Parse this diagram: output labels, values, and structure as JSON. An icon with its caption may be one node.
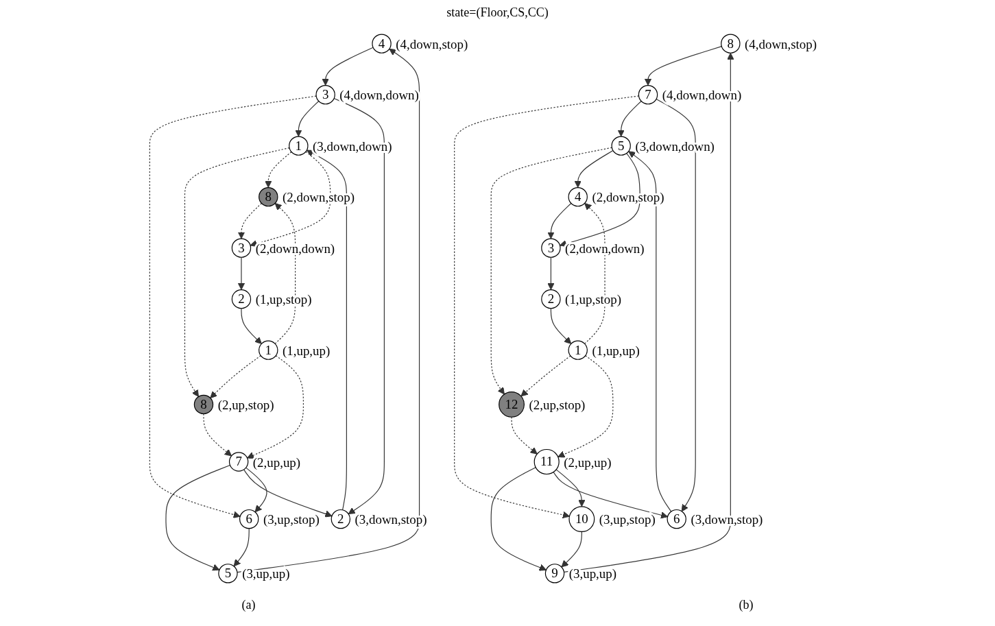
{
  "diagram": {
    "nodes": [
      {
        "text": [
          "4"
        ],
        "beside": [
          "(4,down,stop)"
        ]
      },
      {
        "text": [
          "5"
        ],
        "beside": [
          "(3,up,up)"
        ]
      },
      {
        "text": [
          "3"
        ],
        "beside": [
          "(4,down,down)"
        ]
      },
      {
        "text": [
          "6"
        ],
        "beside": [
          "(3,up,stop)"
        ]
      },
      {
        "text": [
          "2"
        ],
        "beside": [
          "(3,down,stop)"
        ]
      },
      {
        "text": [
          "7"
        ],
        "beside": [
          "(2,up,up)"
        ]
      },
      {
        "text": [
          "1"
        ],
        "beside": [
          "(3,down,down)"
        ]
      },
      {
        "text": [
          "8"
        ],
        "beside": [
          "(2,up,stop)"
        ]
      },
      {
        "text": [
          "8"
        ],
        "beside": [
          "(2,down,stop)"
        ]
      },
      {
        "text": [
          "1"
        ],
        "beside": [
          "(1,up,up)"
        ]
      },
      {
        "text": [
          "3"
        ],
        "beside": [
          "(2,down,down)"
        ]
      },
      {
        "text": [
          "2"
        ],
        "beside": [
          "(1,up,stop)"
        ]
      },
      {
        "text": [
          "8"
        ],
        "beside": [
          "(4,down,stop)"
        ]
      },
      {
        "text": [
          "9"
        ],
        "beside": [
          "(3,up,up)"
        ]
      },
      {
        "text": [
          "7"
        ],
        "beside": [
          "(4,down,down)"
        ]
      },
      {
        "text": [
          "10"
        ],
        "beside": [
          "(3,up,stop)"
        ]
      },
      {
        "text": [
          "6"
        ],
        "beside": [
          "(3,down,stop)"
        ]
      },
      {
        "text": [
          "11"
        ],
        "beside": [
          "(2,up,up)"
        ]
      },
      {
        "text": [
          "5"
        ],
        "beside": [
          "(3,down,down)"
        ]
      },
      {
        "text": [
          "12"
        ],
        "beside": [
          "(2,up,stop)"
        ]
      },
      {
        "text": [
          "4"
        ],
        "beside": [
          "(2,down,stop)"
        ]
      },
      {
        "text": [
          "1"
        ],
        "beside": [
          "(1,up,up)"
        ]
      },
      {
        "text": [
          "3"
        ],
        "beside": [
          "(2,down,down)"
        ]
      },
      {
        "text": [
          "2"
        ],
        "beside": [
          "(1,up,stop)"
        ]
      }
    ],
    "edges": [
      {
        "from": 1,
        "to": 0,
        "arrow": "to"
      },
      {
        "from": 0,
        "to": 2,
        "arrow": "to"
      },
      {
        "from": 2,
        "to": 3,
        "arrow": "to",
        "style": "dashed"
      },
      {
        "from": 2,
        "to": 6,
        "arrow": "to"
      },
      {
        "from": 2,
        "to": 4,
        "arrow": "to"
      },
      {
        "from": 3,
        "to": 1,
        "arrow": "to"
      },
      {
        "from": 5,
        "to": 1,
        "arrow": "to"
      },
      {
        "from": 5,
        "to": 4,
        "arrow": "to"
      },
      {
        "from": 5,
        "to": 3,
        "arrow": "to"
      },
      {
        "from": 4,
        "to": 6,
        "arrow": "to"
      },
      {
        "from": 7,
        "to": 5,
        "arrow": "to",
        "style": "dashed"
      },
      {
        "from": 6,
        "to": 7,
        "arrow": "to",
        "style": "dashed"
      },
      {
        "from": 6,
        "to": 8,
        "arrow": "to",
        "style": "dashed"
      },
      {
        "from": 6,
        "to": 10,
        "arrow": "to",
        "style": "dashed"
      },
      {
        "from": 9,
        "to": 7,
        "arrow": "to",
        "style": "dashed"
      },
      {
        "from": 9,
        "to": 5,
        "arrow": "to",
        "style": "dashed"
      },
      {
        "from": 9,
        "to": 8,
        "arrow": "to",
        "style": "dashed"
      },
      {
        "from": 8,
        "to": 10,
        "arrow": "to",
        "style": "dashed"
      },
      {
        "from": 10,
        "to": 11,
        "arrow": "to"
      },
      {
        "from": 11,
        "to": 9,
        "arrow": "to"
      },
      {
        "from": 13,
        "to": 12,
        "arrow": "to"
      },
      {
        "from": 12,
        "to": 14,
        "arrow": "to"
      },
      {
        "from": 14,
        "to": 15,
        "arrow": "to",
        "style": "dashed"
      },
      {
        "from": 14,
        "to": 18,
        "arrow": "to"
      },
      {
        "from": 14,
        "to": 16,
        "arrow": "to"
      },
      {
        "from": 15,
        "to": 13,
        "arrow": "to"
      },
      {
        "from": 17,
        "to": 13,
        "arrow": "to"
      },
      {
        "from": 17,
        "to": 16,
        "arrow": "to"
      },
      {
        "from": 17,
        "to": 15,
        "arrow": "to"
      },
      {
        "from": 16,
        "to": 18,
        "arrow": "to"
      },
      {
        "from": 19,
        "to": 17,
        "arrow": "to",
        "style": "dashed"
      },
      {
        "from": 18,
        "to": 19,
        "arrow": "to",
        "style": "dashed"
      },
      {
        "from": 18,
        "to": 20,
        "arrow": "to"
      },
      {
        "from": 18,
        "to": 22,
        "arrow": "to"
      },
      {
        "from": 21,
        "to": 19,
        "arrow": "to",
        "style": "dashed"
      },
      {
        "from": 21,
        "to": 17,
        "arrow": "to",
        "style": "dashed"
      },
      {
        "from": 21,
        "to": 20,
        "arrow": "to",
        "style": "dashed"
      },
      {
        "from": 20,
        "to": 22,
        "arrow": "to"
      },
      {
        "from": 22,
        "to": 23,
        "arrow": "to"
      },
      {
        "from": 23,
        "to": 21,
        "arrow": "to"
      }
    ],
    "labels": [
      "state=(Floor,CS,CC)",
      "(a)",
      "(b)"
    ]
  }
}
